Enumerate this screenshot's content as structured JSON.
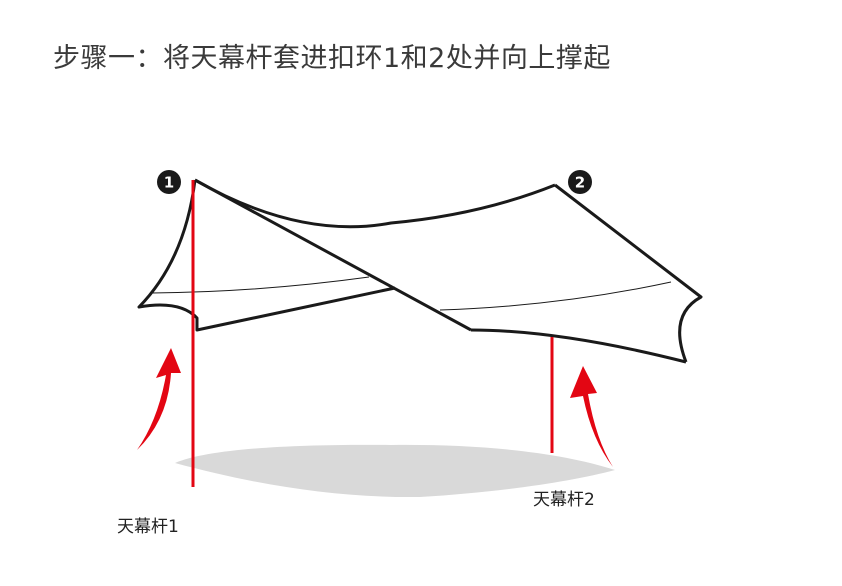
{
  "title": "步骤一：将天幕杆套进扣环1和2处并向上撑起",
  "markers": [
    "1",
    "2"
  ],
  "labels": {
    "pole1": "天幕杆1",
    "pole2": "天幕杆2"
  },
  "colors": {
    "pole": "#e30613",
    "outline": "#1a1a1a",
    "shadow": "#d9d9d9",
    "text": "#3a3a3a"
  }
}
